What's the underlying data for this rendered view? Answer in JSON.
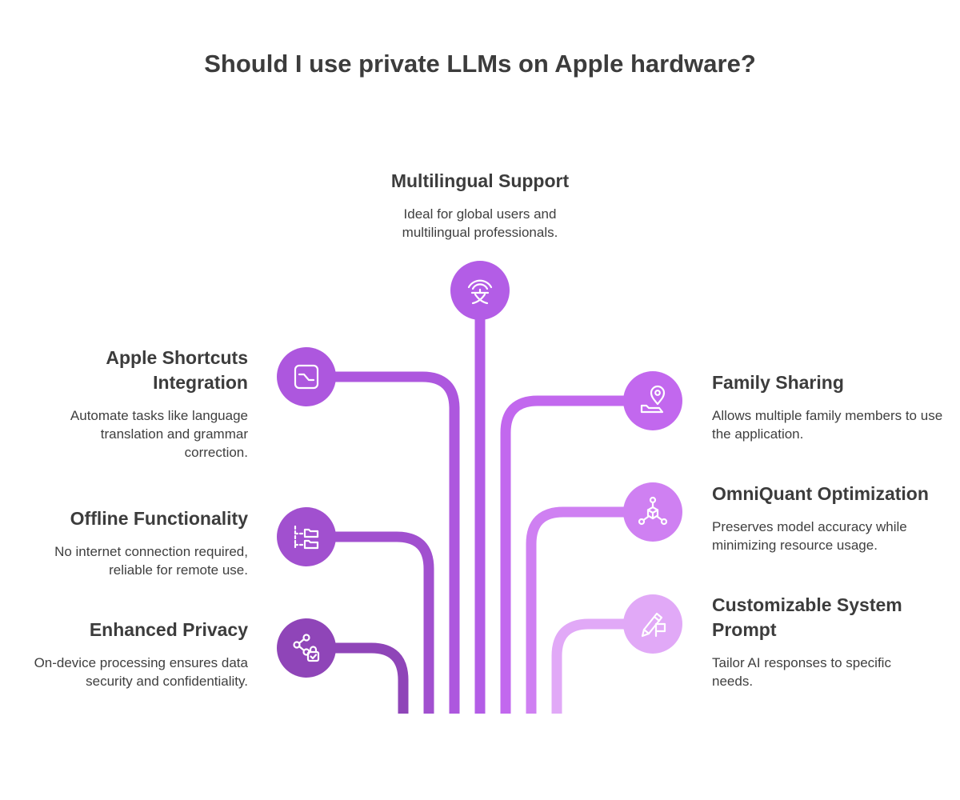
{
  "title": "Should I use private LLMs on Apple hardware?",
  "items": [
    {
      "id": "multilingual-support",
      "heading": "Multilingual Support",
      "description": "Ideal for global users and multilingual professionals.",
      "icon": "translate-icon",
      "color": "#b35de6"
    },
    {
      "id": "apple-shortcuts-integration",
      "heading": "Apple Shortcuts Integration",
      "description": "Automate tasks like language translation and grammar correction.",
      "icon": "shortcut-icon",
      "color": "#ad57de"
    },
    {
      "id": "offline-functionality",
      "heading": "Offline Functionality",
      "description": "No internet connection required, reliable for remote use.",
      "icon": "folders-icon",
      "color": "#a150cf"
    },
    {
      "id": "enhanced-privacy",
      "heading": "Enhanced Privacy",
      "description": "On-device processing ensures data security and confidentiality.",
      "icon": "share-lock-icon",
      "color": "#8f45b8"
    },
    {
      "id": "family-sharing",
      "heading": "Family Sharing",
      "description": "Allows multiple family members to use the application.",
      "icon": "location-pin-icon",
      "color": "#c268ee"
    },
    {
      "id": "omniquant-optimization",
      "heading": "OmniQuant Optimization",
      "description": "Preserves model accuracy while minimizing resource usage.",
      "icon": "network-cube-icon",
      "color": "#cf80f2"
    },
    {
      "id": "customizable-system-prompt",
      "heading": "Customizable System Prompt",
      "description": "Tailor AI responses to specific needs.",
      "icon": "pen-flag-icon",
      "color": "#e1a9f7"
    }
  ]
}
